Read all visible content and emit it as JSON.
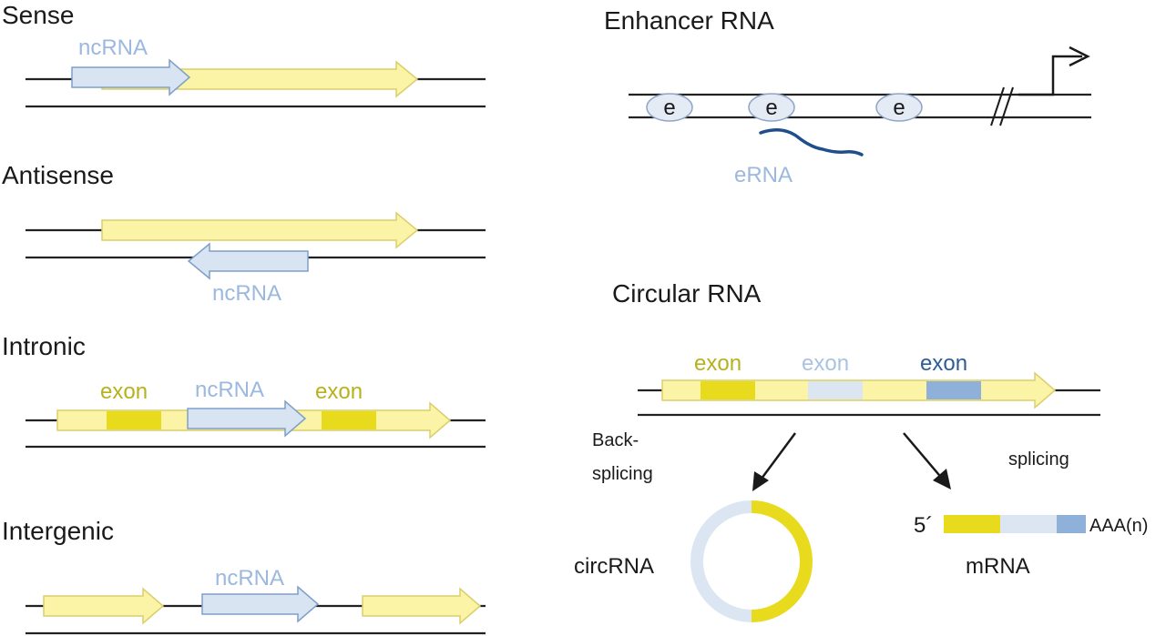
{
  "sections": {
    "sense": {
      "title": "Sense",
      "ncrna": "ncRNA"
    },
    "antisense": {
      "title": "Antisense",
      "ncrna": "ncRNA"
    },
    "intronic": {
      "title": "Intronic",
      "exon_left": "exon",
      "ncrna": "ncRNA",
      "exon_right": "exon"
    },
    "intergenic": {
      "title": "Intergenic",
      "ncrna": "ncRNA"
    },
    "enhancer": {
      "title": "Enhancer RNA",
      "enhancer_mark": "e",
      "erna": "eRNA"
    },
    "circular": {
      "title": "Circular  RNA",
      "exon1": "exon",
      "exon2": "exon",
      "exon3": "exon",
      "backsplicing_line1": "Back-",
      "backsplicing_line2": "splicing",
      "splicing": "splicing",
      "circrna": "circRNA",
      "five_prime": "5´",
      "polya": "AAA(n)",
      "mrna": "mRNA"
    }
  },
  "colors": {
    "gene_yellow": "#fbf3a5",
    "exon_yellow": "#e8db1e",
    "ncrna_blue": "#d9e4f2",
    "exon_dark_blue": "#8fb0d8",
    "erna_line": "#1f4e8c"
  }
}
